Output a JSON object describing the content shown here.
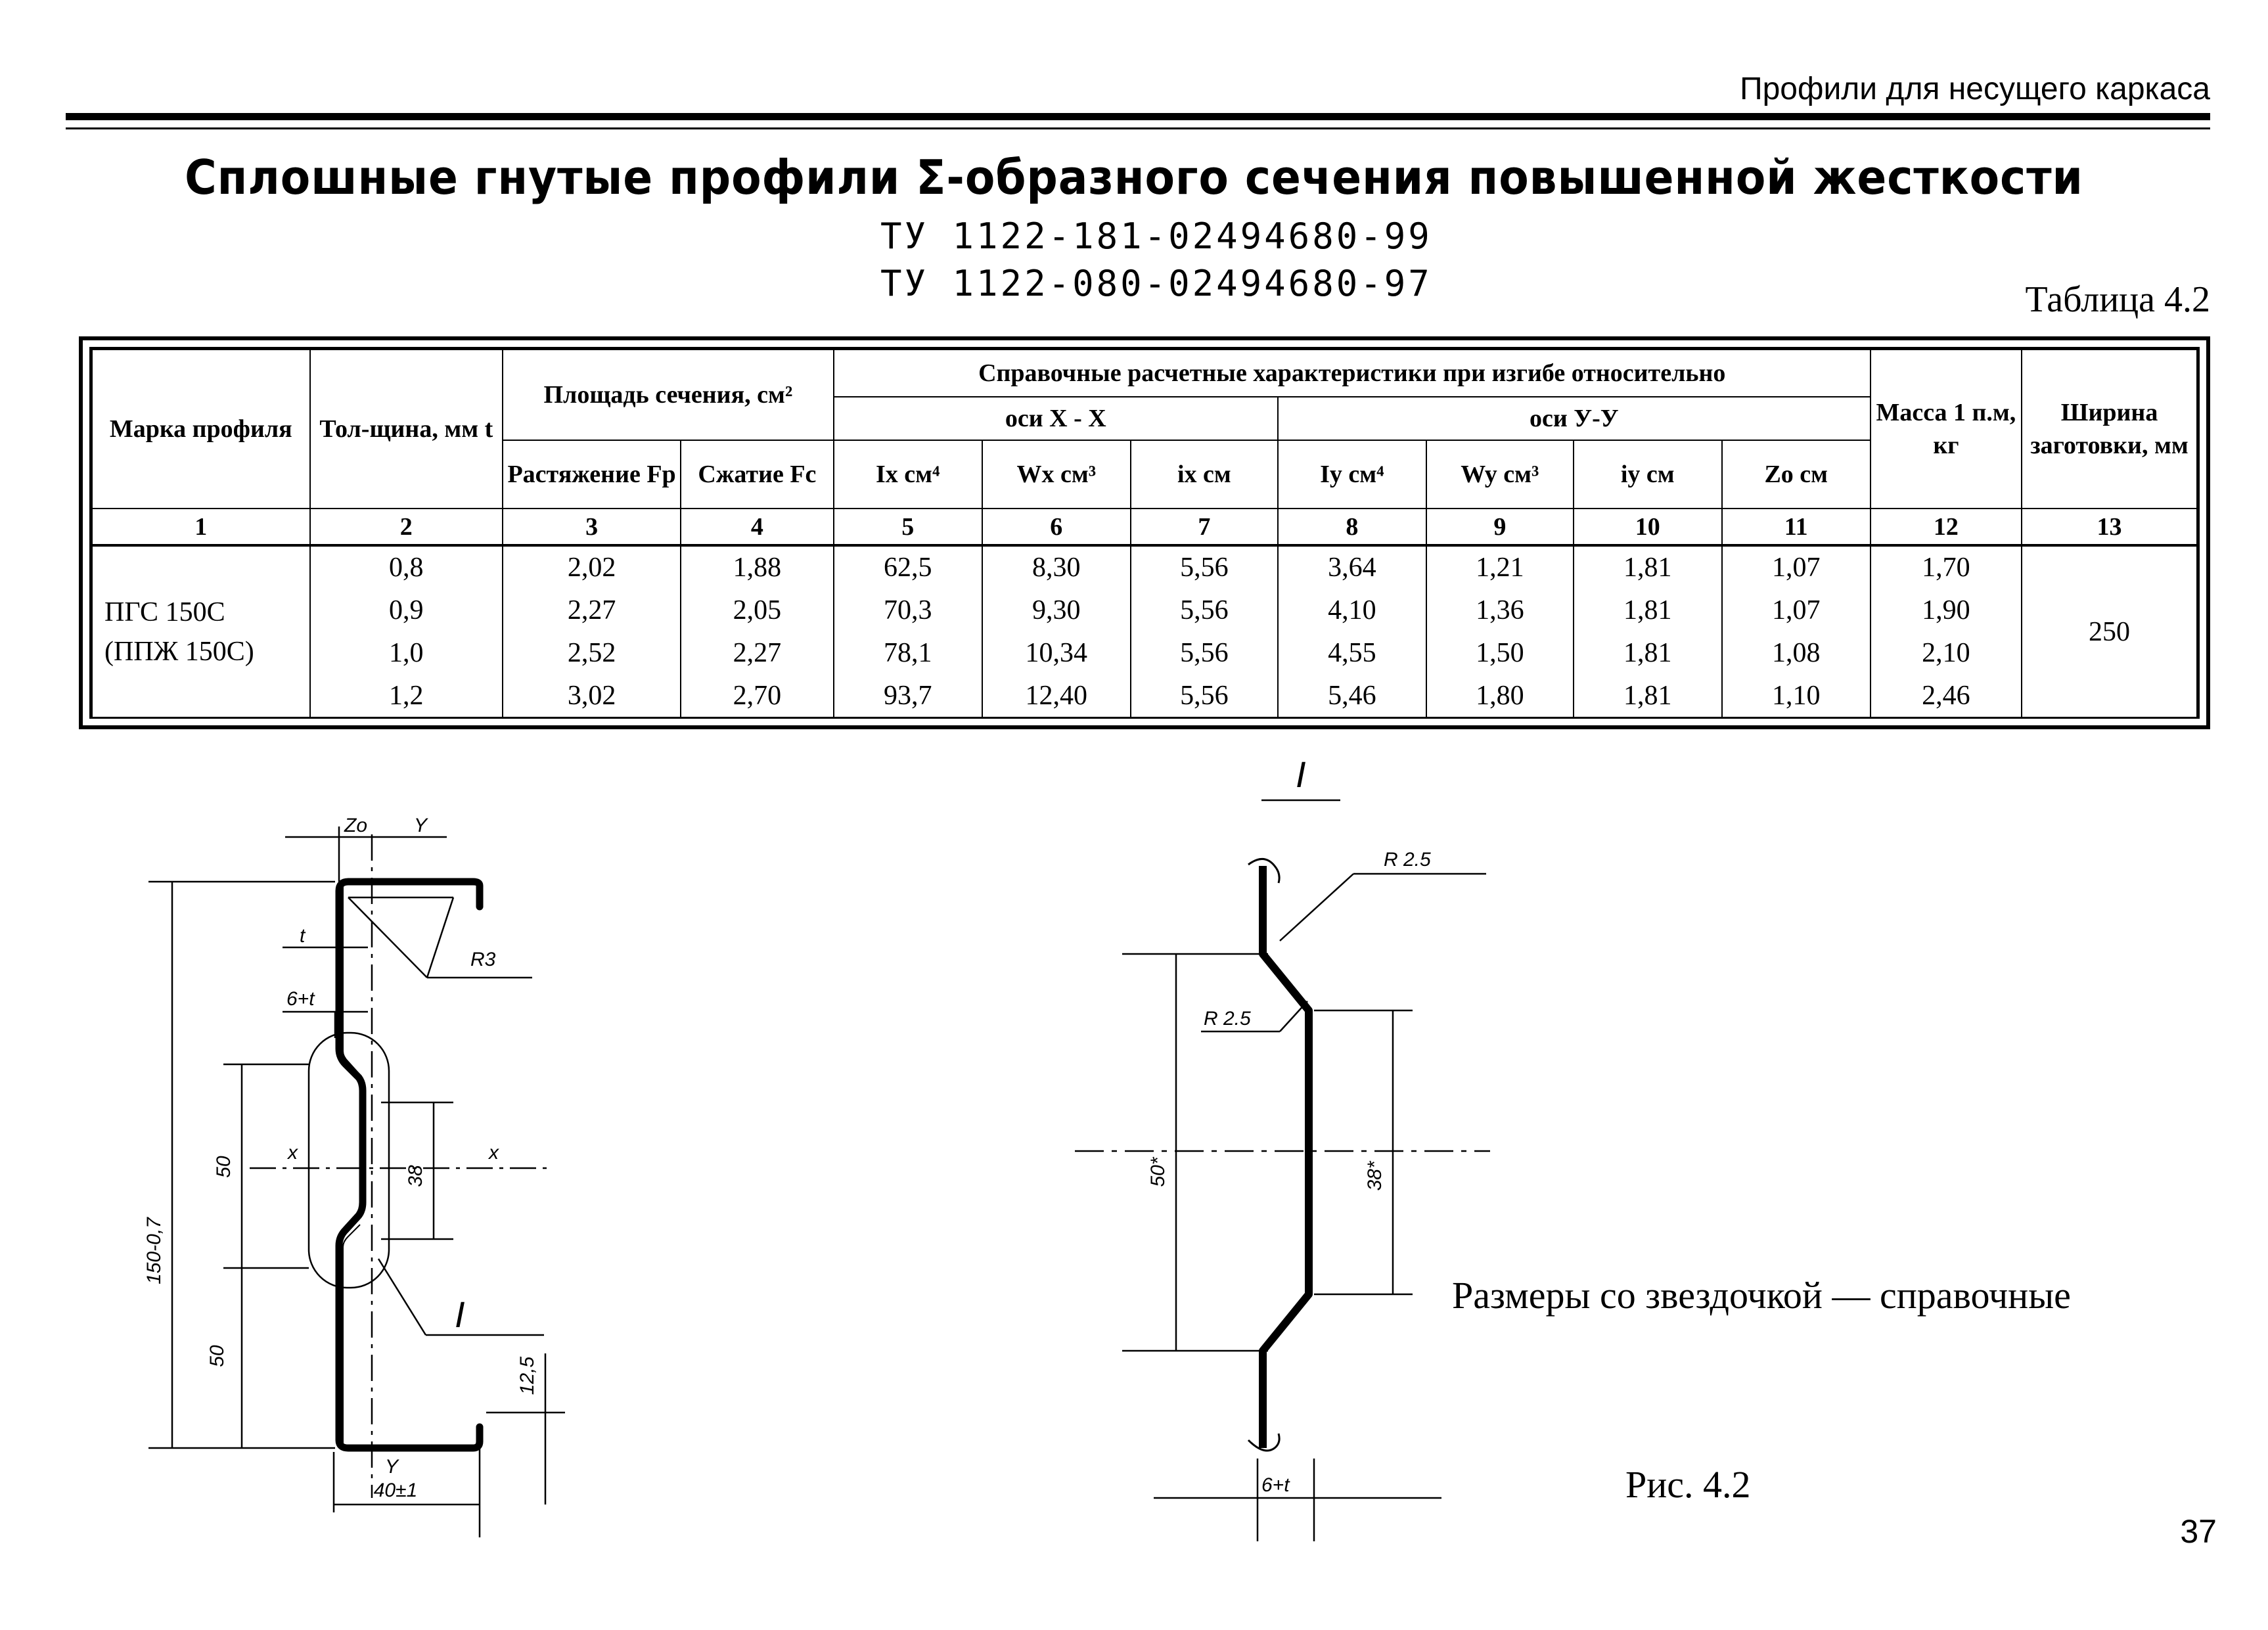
{
  "header": {
    "section": "Профили для несущего каркаса",
    "title": "Сплошные гнутые профили Σ-образного сечения повышенной жесткости",
    "tu1": "ТУ 1122-181-02494680-99",
    "tu2": "ТУ 1122-080-02494680-97",
    "table_no": "Таблица 4.2"
  },
  "table": {
    "h_mark": "Марка профиля",
    "h_thick": "Тол-щина, мм t",
    "h_area": "Площадь сечения, см²",
    "h_ref": "Справочные расчетные характеристики при изгибе относительно",
    "h_mass": "Масса 1 п.м, кг",
    "h_width": "Ширина заготовки, мм",
    "h_axis_x": "оси X - X",
    "h_axis_y": "оси У-У",
    "h_tension": "Растяжение Fp",
    "h_compr": "Сжатие Fc",
    "sub": [
      "Ix см⁴",
      "Wx см³",
      "ix см",
      "Iy см⁴",
      "Wy см³",
      "iy см",
      "Zo см"
    ],
    "col_numbers": [
      "1",
      "2",
      "3",
      "4",
      "5",
      "6",
      "7",
      "8",
      "9",
      "10",
      "11",
      "12",
      "13"
    ],
    "mark_line1": "ПГС 150С",
    "mark_line2": "(ППЖ 150С)",
    "width_value": "250",
    "rows": [
      [
        "0,8",
        "2,02",
        "1,88",
        "62,5",
        "8,30",
        "5,56",
        "3,64",
        "1,21",
        "1,81",
        "1,07",
        "1,70"
      ],
      [
        "0,9",
        "2,27",
        "2,05",
        "70,3",
        "9,30",
        "5,56",
        "4,10",
        "1,36",
        "1,81",
        "1,07",
        "1,90"
      ],
      [
        "1,0",
        "2,52",
        "2,27",
        "78,1",
        "10,34",
        "5,56",
        "4,55",
        "1,50",
        "1,81",
        "1,08",
        "2,10"
      ],
      [
        "1,2",
        "3,02",
        "2,70",
        "93,7",
        "12,40",
        "5,56",
        "5,46",
        "1,80",
        "1,81",
        "1,10",
        "2,46"
      ]
    ]
  },
  "drawing": {
    "zo": "Zo",
    "y": "Y",
    "y_bottom": "Y",
    "t": "t",
    "r3": "R3",
    "six_t": "6+t",
    "x_left": "x",
    "x_right": "x",
    "d38": "38",
    "d50a": "50",
    "d50b": "50",
    "d150": "150-0,7",
    "d125": "12,5",
    "d40": "40±1",
    "detail": "I",
    "detail_title": "I",
    "r25a": "R 2.5",
    "r25b": "R 2.5",
    "d50s": "50*",
    "d38s": "38*",
    "six_t_b": "6+t"
  },
  "notes": {
    "asterisk": "Размеры со звездочкой — справочные",
    "figure": "Рис. 4.2",
    "page": "37"
  }
}
